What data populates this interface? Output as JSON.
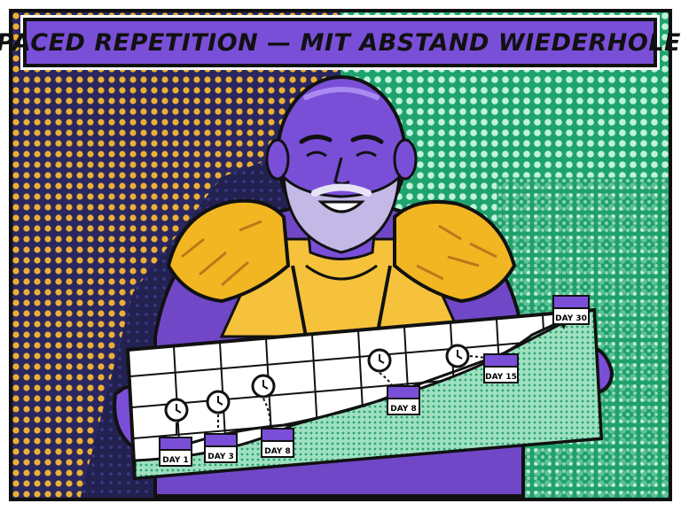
{
  "title": "SPACED REPETITION — MIT ABSTAND WIEDERHOLEN",
  "timeline": [
    {
      "label": "DAY 1"
    },
    {
      "label": "DAY 3"
    },
    {
      "label": "DAY 8"
    },
    {
      "label": "DAY 8"
    },
    {
      "label": "DAY 15"
    },
    {
      "label": "DAY 30"
    }
  ],
  "colors": {
    "purple": "#7a4fd8",
    "yellow": "#f4b731",
    "green": "#1fa36e",
    "navy": "#232150",
    "outline": "#111111"
  },
  "icons": [
    "clock-icon",
    "calendar-icon"
  ]
}
